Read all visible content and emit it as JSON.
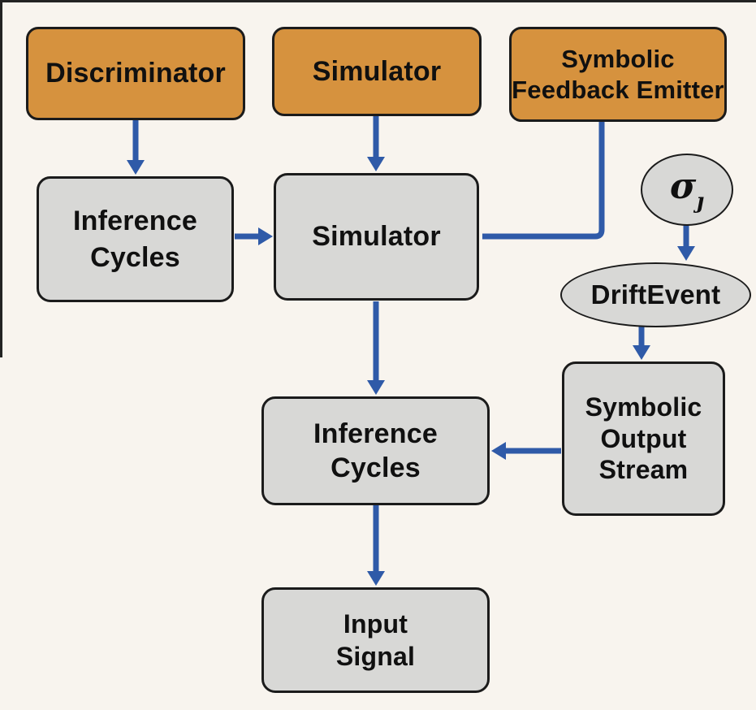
{
  "diagram": {
    "type": "flowchart",
    "colors": {
      "background": "#f8f4ee",
      "node_orange": "#d6923e",
      "node_gray": "#d8d8d6",
      "arrow_blue": "#2f5aa8",
      "border_dark": "#1b1b1b"
    },
    "nodes": {
      "discriminator": {
        "shape": "rounded-rect",
        "fill": "orange",
        "label": "Discriminator"
      },
      "simulator_top": {
        "shape": "rounded-rect",
        "fill": "orange",
        "label": "Simulator"
      },
      "feedback_emitter": {
        "shape": "rounded-rect",
        "fill": "orange",
        "lines": [
          "Symbolic",
          "Feedback Emitter"
        ]
      },
      "inference_cycles_left": {
        "shape": "rounded-rect",
        "fill": "gray",
        "lines": [
          "Inference",
          "Cycles"
        ]
      },
      "simulator_mid": {
        "shape": "rounded-rect",
        "fill": "gray",
        "label": "Simulator"
      },
      "sigma": {
        "shape": "ellipse",
        "fill": "gray",
        "base": "σ",
        "sub": "ȷ"
      },
      "drift_event": {
        "shape": "ellipse",
        "fill": "gray",
        "label": "DriftEvent"
      },
      "symbolic_output_stream": {
        "shape": "rounded-rect",
        "fill": "gray",
        "lines": [
          "Symbolic",
          "Output",
          "Stream"
        ]
      },
      "inference_cycles_mid": {
        "shape": "rounded-rect",
        "fill": "gray",
        "lines": [
          "Inference",
          "Cycles"
        ]
      },
      "input_signal": {
        "shape": "rounded-rect",
        "fill": "gray",
        "lines": [
          "Input",
          "Signal"
        ]
      }
    },
    "edges": [
      {
        "from": "discriminator",
        "to": "inference_cycles_left",
        "style": "arrow"
      },
      {
        "from": "simulator_top",
        "to": "simulator_mid",
        "style": "arrow"
      },
      {
        "from": "inference_cycles_left",
        "to": "simulator_mid",
        "style": "arrow"
      },
      {
        "from": "feedback_emitter",
        "to": "simulator_mid",
        "style": "elbow-line-no-arrowhead"
      },
      {
        "from": "sigma",
        "to": "drift_event",
        "style": "arrow"
      },
      {
        "from": "drift_event",
        "to": "symbolic_output_stream",
        "style": "arrow"
      },
      {
        "from": "simulator_mid",
        "to": "inference_cycles_mid",
        "style": "arrow"
      },
      {
        "from": "symbolic_output_stream",
        "to": "inference_cycles_mid",
        "style": "arrow"
      },
      {
        "from": "inference_cycles_mid",
        "to": "input_signal",
        "style": "arrow"
      }
    ]
  }
}
